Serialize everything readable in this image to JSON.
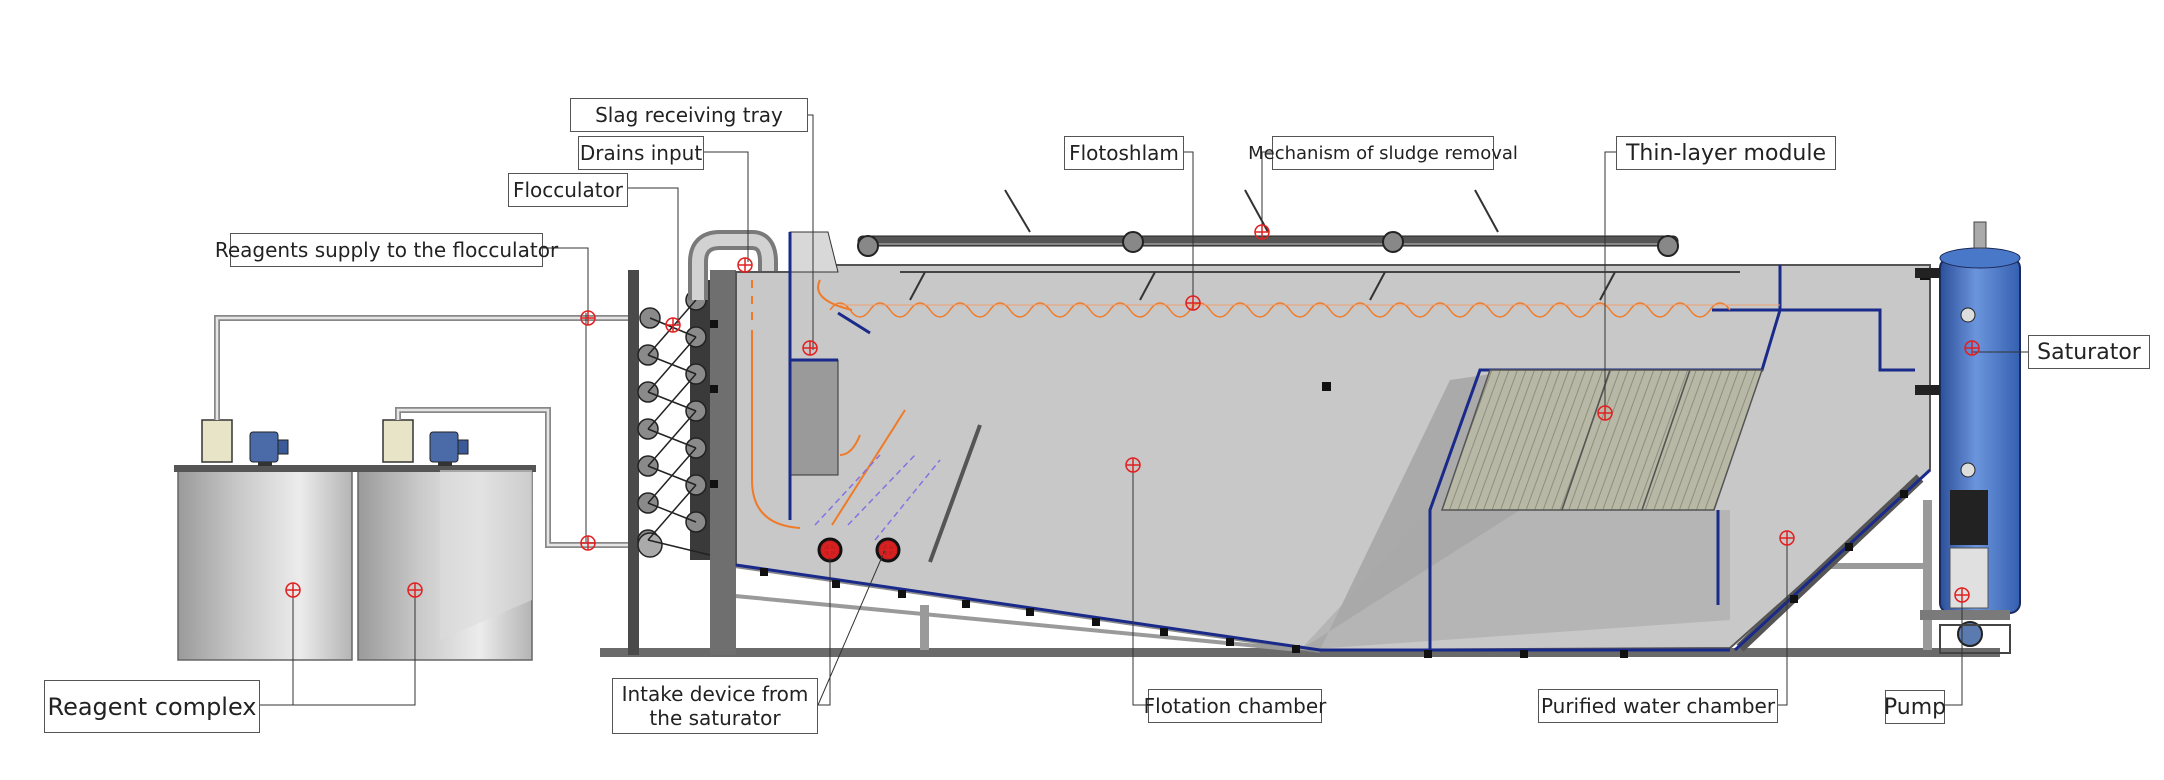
{
  "labels": {
    "slag_tray": "Slag receiving tray",
    "drains_input": "Drains input",
    "flocculator": "Flocculator",
    "reagents_supply": "Reagents supply to the flocculator",
    "flotoshlam": "Flotoshlam",
    "sludge_removal": "Mechanism of sludge removal",
    "thin_layer": "Thin-layer module",
    "saturator": "Saturator",
    "reagent_complex": "Reagent complex",
    "intake_line1": "Intake device from",
    "intake_line2": "the saturator",
    "flotation_chamber": "Flotation chamber",
    "purified_water": "Purified water chamber",
    "pump": "Pump"
  },
  "colors": {
    "tank_fill": "#c8c8c8",
    "outline_blue": "#1a2a8a",
    "saturator_blue": "#4a78c8",
    "flow_orange": "#f07a28",
    "flow_violet": "#8870e0",
    "marker_red": "#e02020",
    "frame_grey": "#8a8a8a"
  }
}
